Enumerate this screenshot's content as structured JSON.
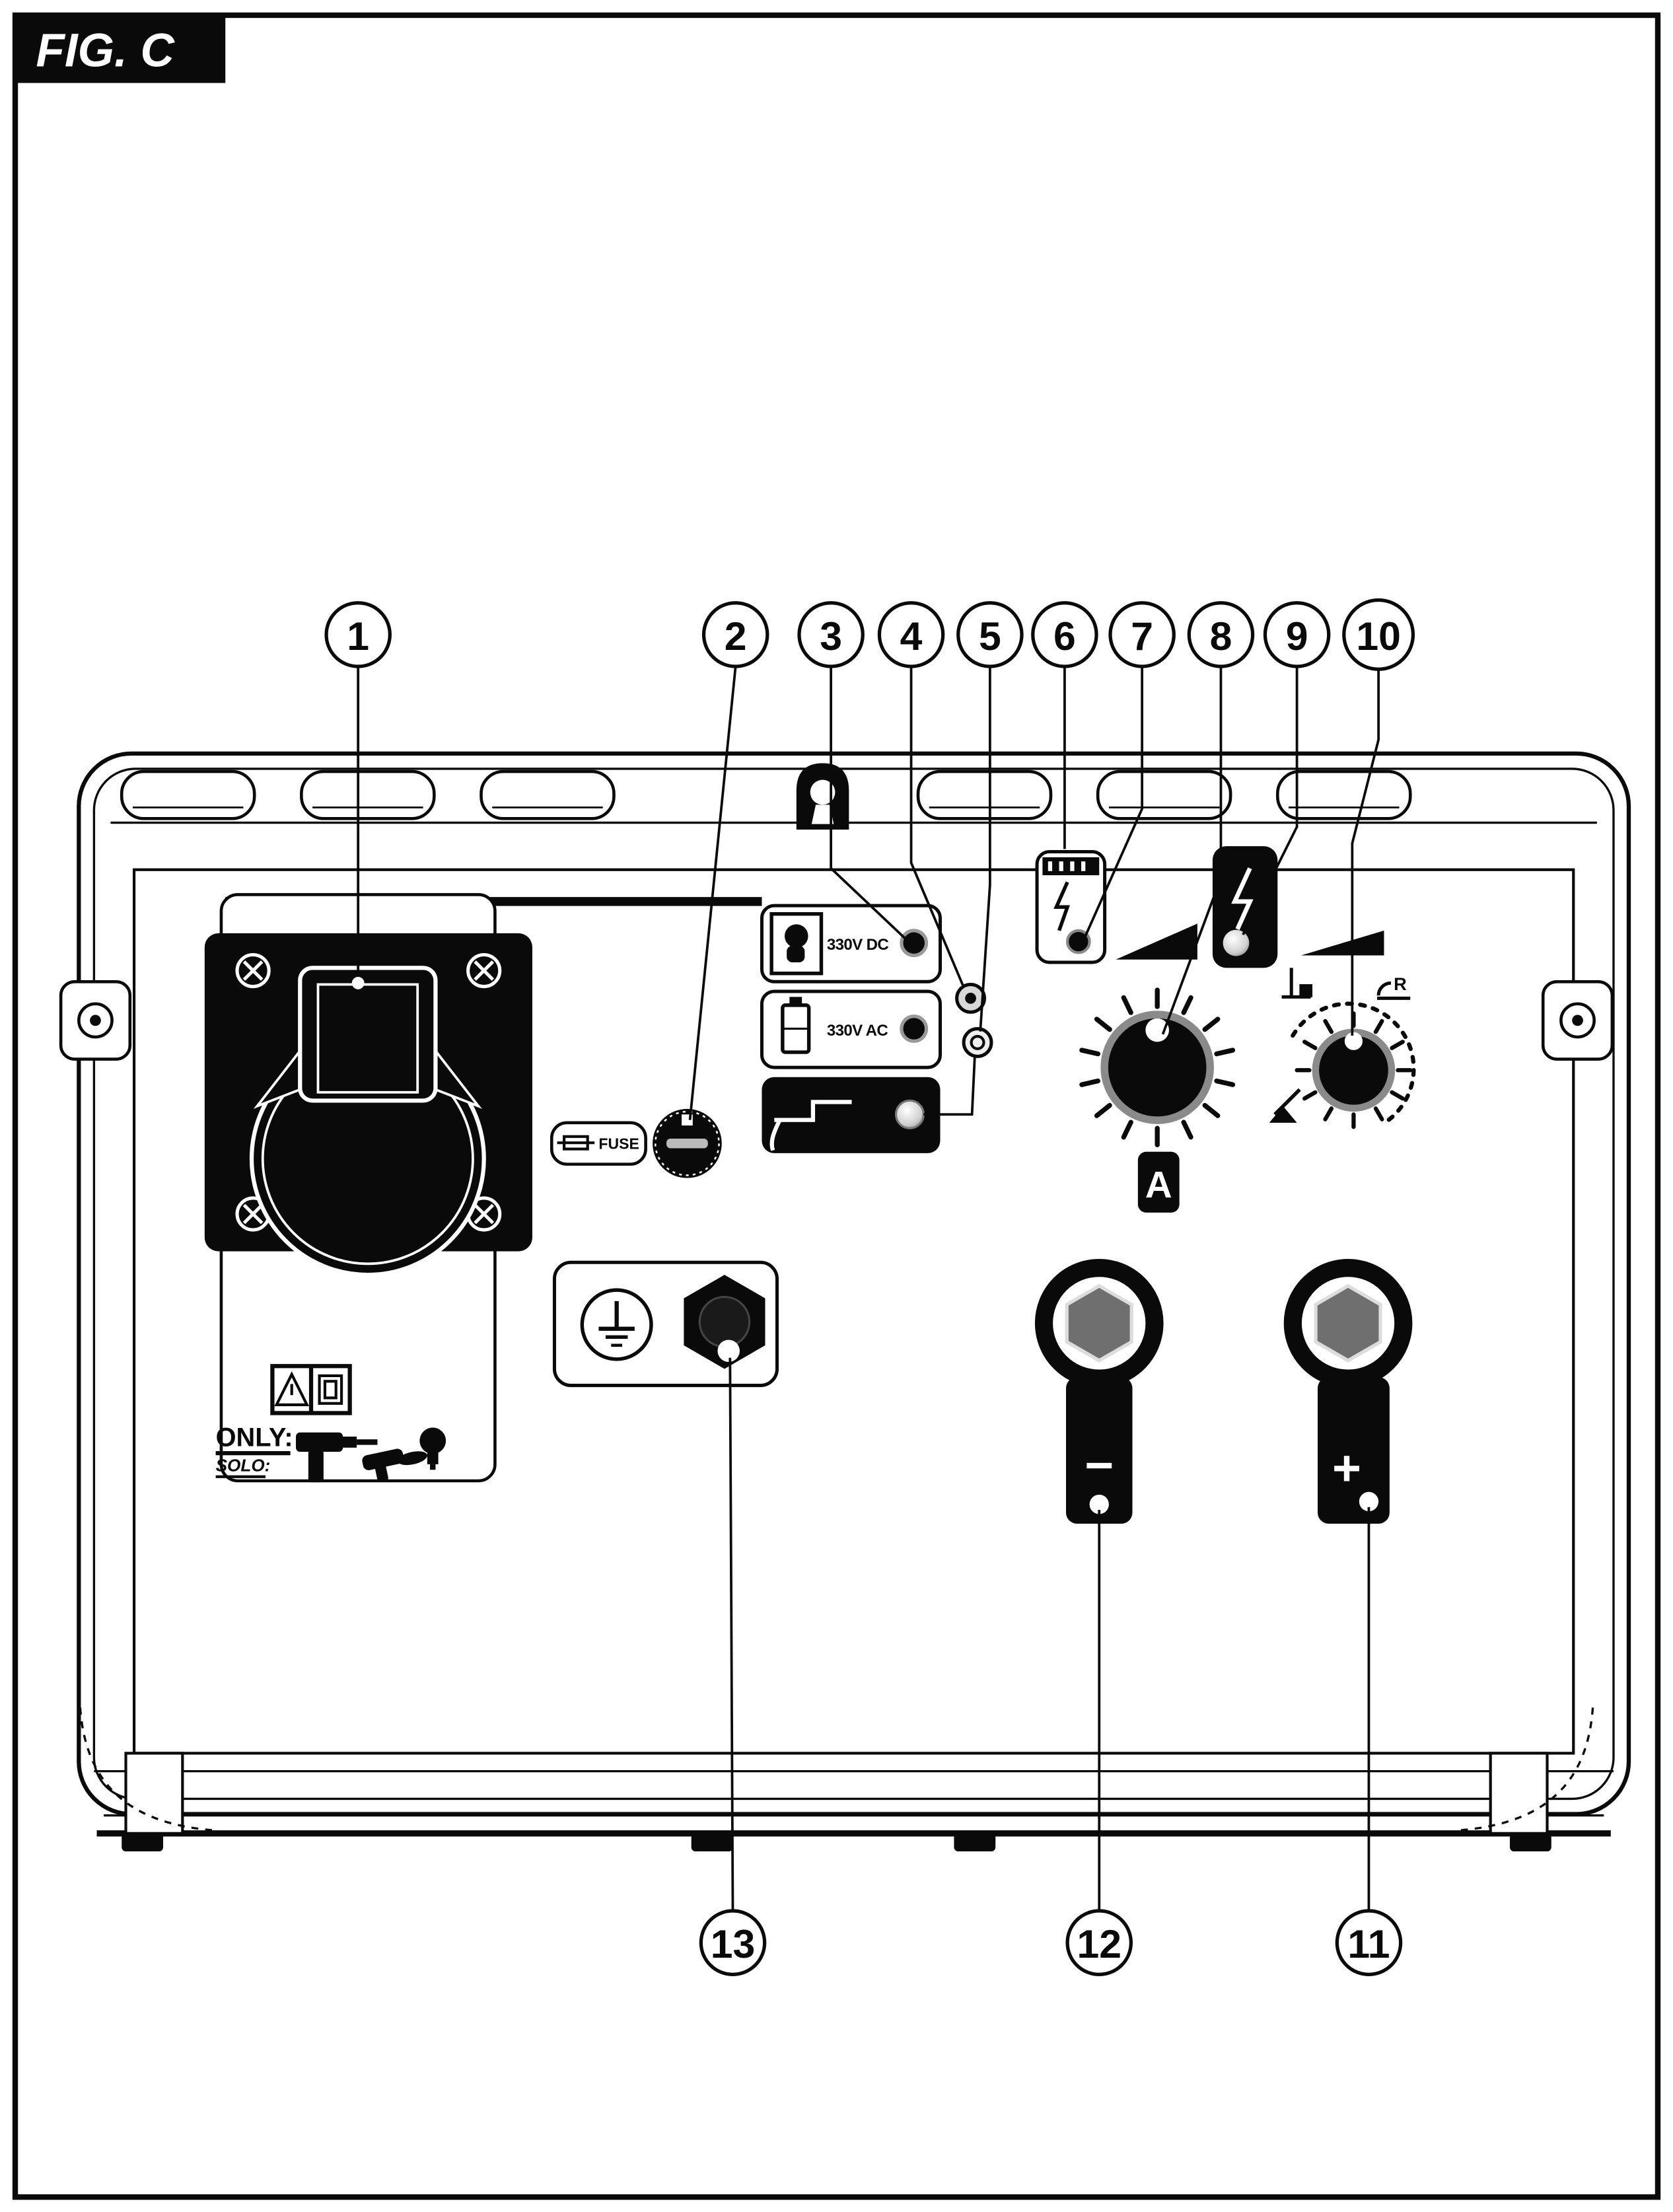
{
  "figure_label": "FIG. C",
  "callouts": [
    "1",
    "2",
    "3",
    "4",
    "5",
    "6",
    "7",
    "8",
    "9",
    "10",
    "11",
    "12",
    "13"
  ],
  "panel": {
    "indicators": {
      "dc_label": "330V DC",
      "ac_label": "330V AC"
    },
    "fuse_label": "FUSE",
    "socket_warning": {
      "only": "ONLY:",
      "solo": "SOLO:"
    },
    "amp_knob_label": "A",
    "arc_knob_r_label": "R",
    "terminal_minus": "−",
    "terminal_plus": "+"
  },
  "icons": {
    "keyhole-icon": "lock / keyhole on top vent band",
    "screw-icon": "cross-head screws on socket plate and side tabs",
    "socket-flap-icon": "230V auxiliary outlet with hinged cover",
    "warning-triangle-icon": "general warning",
    "class-ii-icon": "double insulation (square in square)",
    "drill-icon": "electric drill",
    "grinder-icon": "angle grinder",
    "bulb-icon": "light bulb",
    "fuse-icon": "fuse symbol beside FUSE text",
    "dc-indicator-icon": "glove/plug pictogram in 330V DC box",
    "battery-icon": "battery pictogram in 330V AC box",
    "welding-torch-icon": "electrode holder pictogram (black box)",
    "thermostat-icon": "thermal bolt pictogram with LED",
    "lightning-icon": "voltage bolt pictogram (black box) with LED",
    "ramp-icon": "increasing-value wedge above each knob",
    "electrode-soft-icon": "arc force min pictogram",
    "electrode-crisp-icon": "arc force max pictogram with R",
    "ground-icon": "protective earth symbol",
    "hex-bolt-icon": "ground stud",
    "led-icon": "status LEDs on indicator boxes"
  },
  "colors": {
    "ink": "#0a0a0a",
    "panel": "#ffffff",
    "knob_ring": "#8a8a8a",
    "terminal_hex": "#6f6f6f",
    "led_ring": "#999999",
    "slot_gray": "#bbbbbb"
  }
}
